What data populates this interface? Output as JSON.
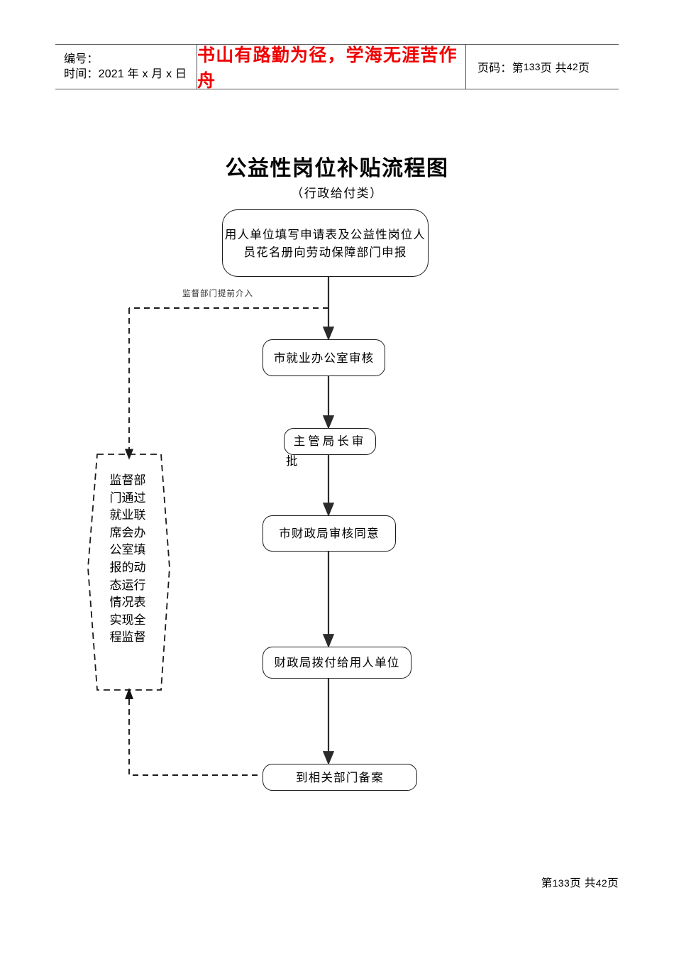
{
  "header": {
    "id_label": "编号：",
    "time_label": "时间：",
    "time_value": "2021 年 x 月 x 日",
    "slogan": "书山有路勤为径，学海无涯苦作舟",
    "page_label": "页码：",
    "page_prefix": "第",
    "page_current": "133",
    "page_unit1": "页",
    "page_of": "共",
    "page_total": "42",
    "page_unit2": "页"
  },
  "doc": {
    "title": "公益性岗位补贴流程图",
    "subtitle": "（行政给付类）"
  },
  "flow": {
    "nodes": [
      {
        "id": "apply",
        "text": "用人单位填写申请表及公益性岗位人员花名册向劳动保障部门申报"
      },
      {
        "id": "review",
        "text": "市就业办公室审核"
      },
      {
        "id": "approve",
        "text": "主管局长审",
        "overflow": "批"
      },
      {
        "id": "finance",
        "text": "市财政局审核同意"
      },
      {
        "id": "disburse",
        "text": "财政局拨付给用人单位"
      },
      {
        "id": "record",
        "text": "到相关部门备案"
      }
    ],
    "edge_label": "监督部门提前介入",
    "supervision_text": "监督部门通过就业联席会办公室填报的动态运行情况表实现全程监督"
  },
  "footer": {
    "page_prefix": "第",
    "page_current": "133",
    "page_unit1": "页",
    "page_of": "共",
    "page_total": "42",
    "page_unit2": "页"
  },
  "colors": {
    "slogan": "#ef0000",
    "line": "#555555",
    "stroke": "#1a1a1a"
  }
}
